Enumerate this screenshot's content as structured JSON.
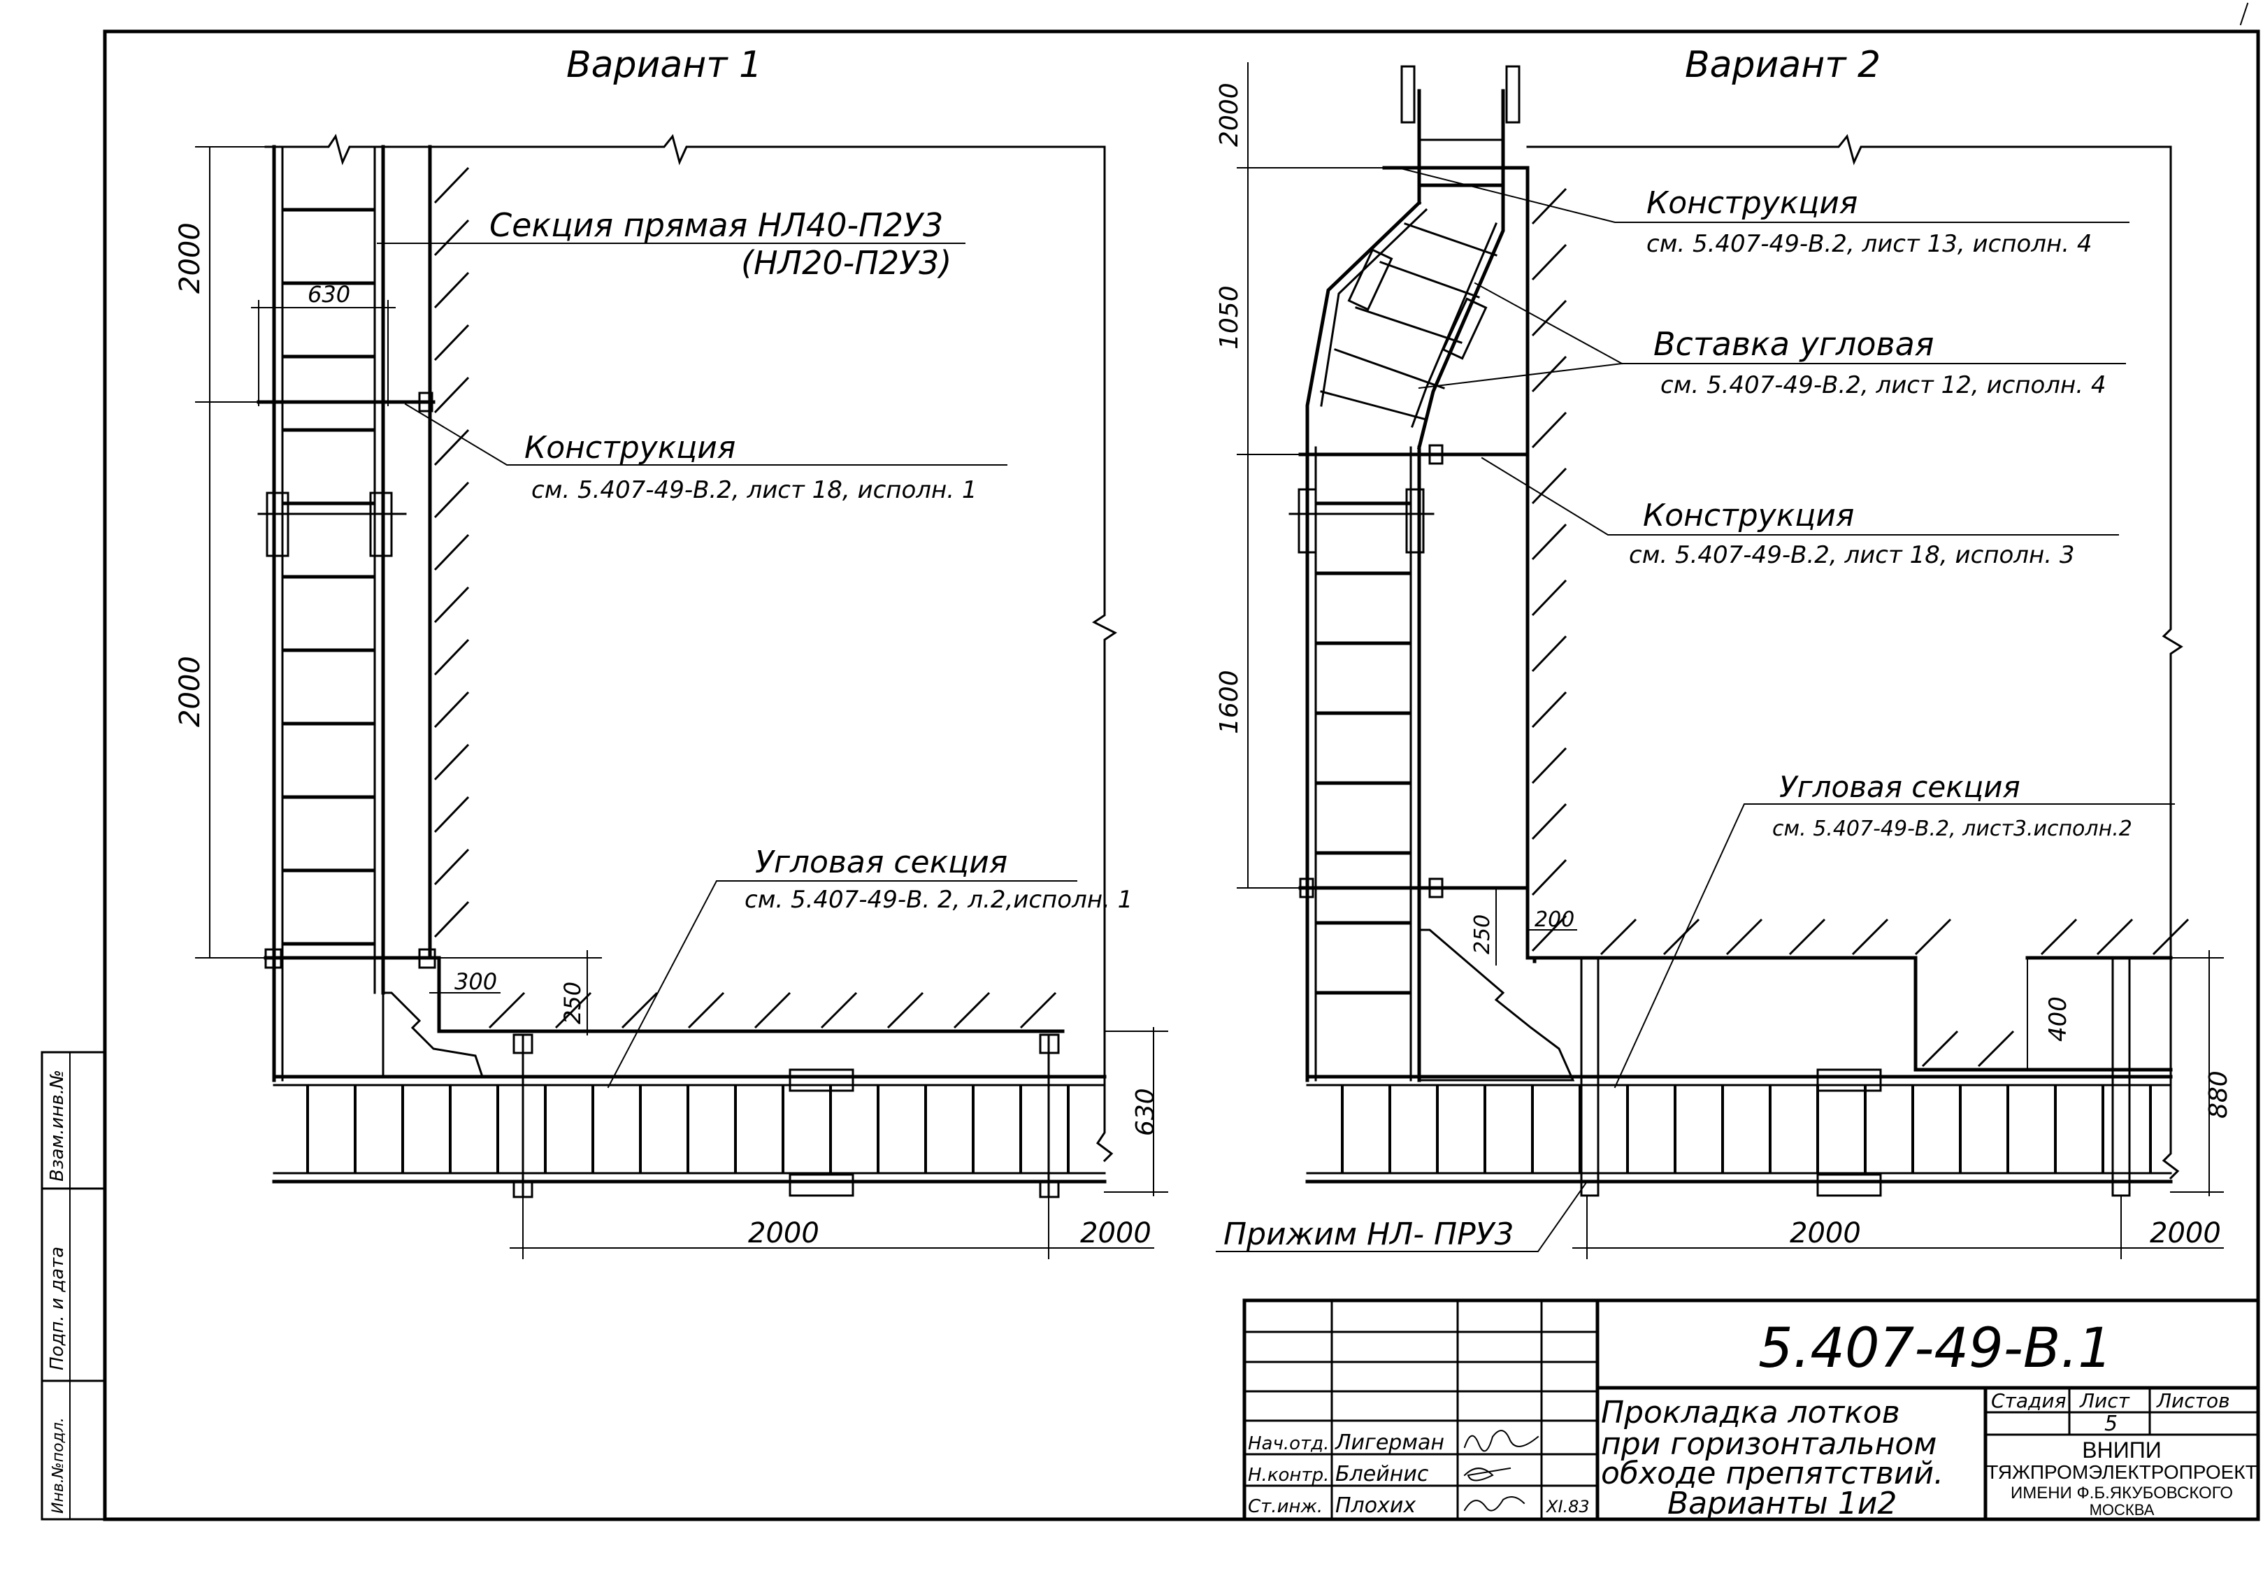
{
  "variant1": {
    "title": "Вариант 1",
    "section_label": "Секция прямая НЛ40-П2У3",
    "section_label_alt": "(НЛ20-П2У3)",
    "construction_title": "Конструкция",
    "construction_ref": "см. 5.407-49-В.2, лист 18, исполн. 1",
    "corner_title": "Угловая секция",
    "corner_ref": "см. 5.407-49-В. 2, л.2,исполн. 1",
    "dims": {
      "top_vertical": "2000",
      "width": "630",
      "mid_vertical": "2000",
      "offset_h": "300",
      "offset_v": "250",
      "right_vertical": "630",
      "bottom_a": "2000",
      "bottom_b": "2000"
    }
  },
  "variant2": {
    "title": "Вариант 2",
    "construction1_title": "Конструкция",
    "construction1_ref": "см. 5.407-49-В.2, лист 13, исполн. 4",
    "insert_title": "Вставка угловая",
    "insert_ref": "см. 5.407-49-В.2, лист 12, исполн. 4",
    "construction2_title": "Конструкция",
    "construction2_ref": "см. 5.407-49-В.2, лист 18, исполн. 3",
    "corner_title": "Угловая секция",
    "corner_ref": "см. 5.407-49-В.2, лист3.исполн.2",
    "clamp_label": "Прижим НЛ- ПРУ3",
    "dims": {
      "top_vertical": "2000",
      "bend_vertical": "1050",
      "mid_vertical": "1600",
      "offset_h": "200",
      "offset_v": "250",
      "step": "400",
      "right_vertical": "880",
      "bottom_a": "2000",
      "bottom_b": "2000"
    }
  },
  "side_stamp": {
    "swap_inv": "Взам.инв.№",
    "sign_date": "Подп. и дата",
    "inv_orig": "Инв.№подл."
  },
  "title_block": {
    "doc_number": "5.407-49-В.1",
    "title_line1": "Прокладка лотков",
    "title_line2": "при горизонтальном",
    "title_line3": "обходе препятствий.",
    "title_line4": "Варианты 1и2",
    "stage_label": "Стадия",
    "sheet_label": "Лист",
    "sheets_label": "Листов",
    "sheet_value": "5",
    "org_line1": "ВНИПИ",
    "org_line2": "ТЯЖПРОМЭЛЕКТРОПРОЕКТ",
    "org_line3": "ИМЕНИ Ф.Б.ЯКУБОВСКОГО",
    "org_line4": "МОСКВА",
    "rows": [
      {
        "role": "Нач.отд.",
        "name": "Лигерман"
      },
      {
        "role": "Н.контр.",
        "name": "Блейнис"
      },
      {
        "role": "Ст.инж.",
        "name": "Плохих"
      }
    ],
    "date": "XI.83"
  }
}
